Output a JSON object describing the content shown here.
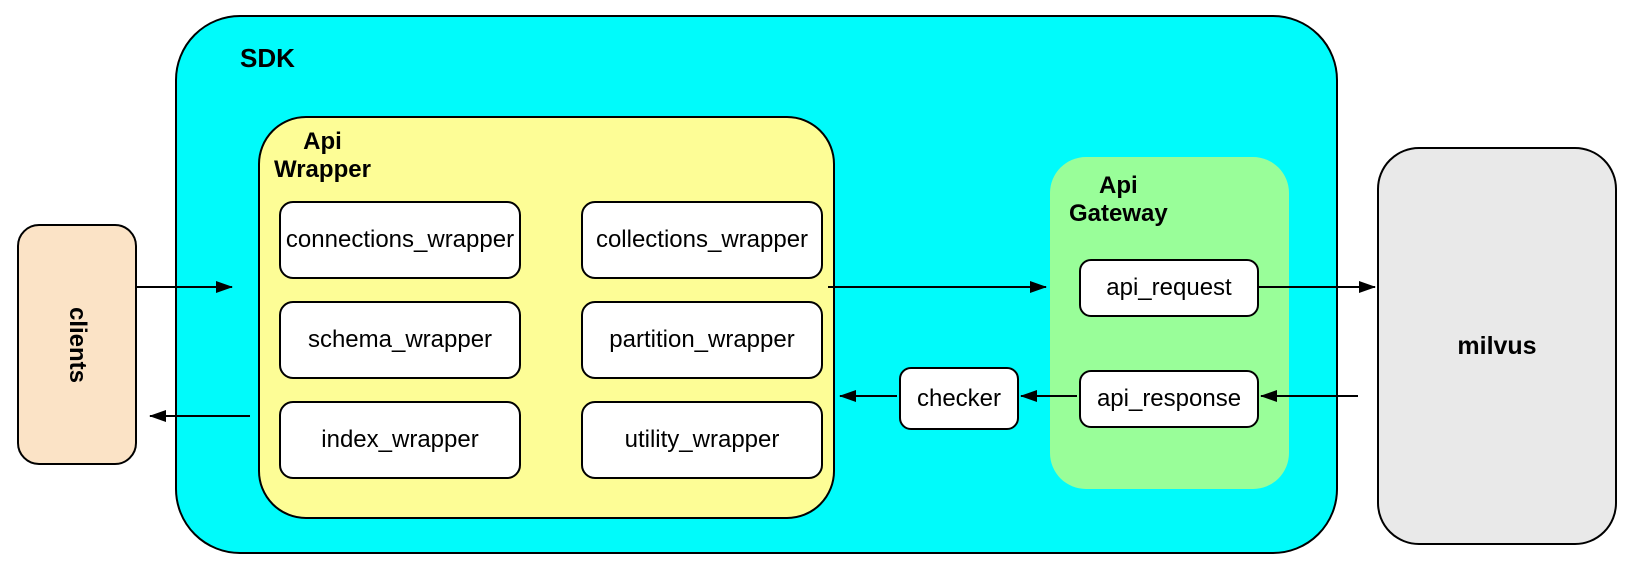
{
  "sdk": {
    "label": "SDK"
  },
  "clients": {
    "label": "clients"
  },
  "api_wrapper": {
    "label": "Api\nWrapper",
    "nodes": [
      "connections_wrapper",
      "collections_wrapper",
      "schema_wrapper",
      "partition_wrapper",
      "index_wrapper",
      "utility_wrapper"
    ]
  },
  "api_gateway": {
    "label": "Api\nGateway",
    "nodes": [
      "api_request",
      "api_response"
    ]
  },
  "checker": {
    "label": "checker"
  },
  "milvus": {
    "label": "milvus"
  },
  "flows": [
    {
      "from": "clients",
      "to": "api_wrapper"
    },
    {
      "from": "api_wrapper",
      "to": "clients"
    },
    {
      "from": "api_wrapper",
      "to": "api_gateway"
    },
    {
      "from": "api_request",
      "to": "milvus"
    },
    {
      "from": "milvus",
      "to": "api_response"
    },
    {
      "from": "api_response",
      "to": "checker"
    },
    {
      "from": "checker",
      "to": "api_wrapper"
    }
  ],
  "colors": {
    "sdk_fill": "#00FBFB",
    "api_wrapper_fill": "#FDFD96",
    "api_gateway_fill": "#99FE99",
    "clients_fill": "#FBE3C6",
    "milvus_fill": "#E9E9E9",
    "node_fill": "#FFFFFF",
    "border": "#000000"
  }
}
